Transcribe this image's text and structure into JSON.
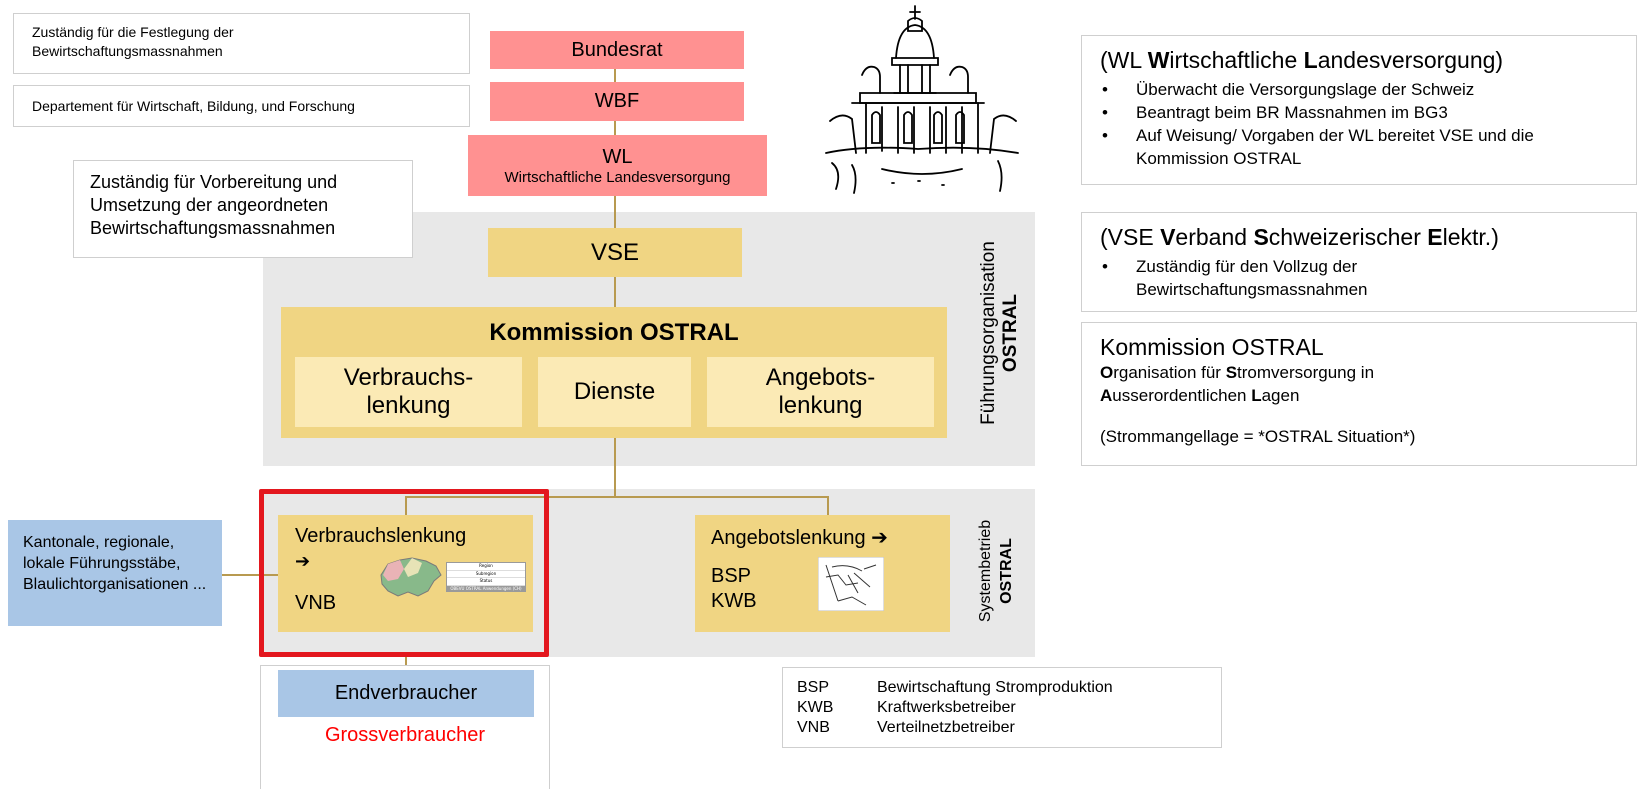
{
  "notes": {
    "festlegung": "Zuständig für die Festlegung der Bewirtschaftungsmassnahmen",
    "departement": "Departement für Wirtschaft, Bildung, und  Forschung",
    "vorbereitung": "Zuständig für Vorbereitung und Umsetzung der angeordneten Bewirtschaftungsmassnahmen"
  },
  "hierarchy": {
    "bundesrat": "Bundesrat",
    "wbf": "WBF",
    "wl_title": "WL",
    "wl_sub": "Wirtschaftliche Landesversorgung",
    "vse": "VSE",
    "kommission_title": "Kommission OSTRAL",
    "sub_units": [
      "Verbrauchs-\nlenkung",
      "Dienste",
      "Angebots-\nlenkung"
    ]
  },
  "fuehrung": {
    "line1": "Führungsorganisation",
    "line2": "OSTRAL"
  },
  "system": {
    "line1": "Systembetrieb",
    "line2": "OSTRAL"
  },
  "verbrauch_box": {
    "title": "Verbrauchslenkung",
    "arrow": "➔",
    "sub": "VNB"
  },
  "angebot_box": {
    "title": "Angebotslenkung ➔",
    "sub1": "BSP",
    "sub2": "KWB"
  },
  "kantonal": "Kantonale, regionale, lokale Führungsstäbe, Blaulichtorganisationen ...",
  "endverbraucher": "Endverbraucher",
  "grossverbraucher": "Grossverbraucher",
  "right": {
    "wl": {
      "pre": "(WL ",
      "b1": "W",
      "t1": "irtschaftliche ",
      "b2": "L",
      "t2": "andesversorgung)",
      "bullets": [
        "Überwacht die Versorgungslage der Schweiz",
        "Beantragt beim BR Massnahmen im BG3",
        "Auf Weisung/ Vorgaben der WL bereitet VSE und die Kommission OSTRAL"
      ]
    },
    "vse": {
      "pre": "(VSE ",
      "b1": "V",
      "t1": "erband ",
      "b2": "S",
      "t2": "chweizerischer ",
      "b3": "E",
      "t3": "lektr.)",
      "bullets": [
        "Zuständig für den Vollzug der Bewirtschaftungsmassnahmen"
      ]
    },
    "ostral": {
      "title": "Kommission OSTRAL",
      "b1": "O",
      "t1": "rganisation für ",
      "b2": "S",
      "t2": "tromversorgung in",
      "b3": "A",
      "t3": "usserordentlichen ",
      "b4": "L",
      "t4": "agen",
      "note": "(Strommangellage = *OSTRAL Situation*)"
    }
  },
  "abbreviations": [
    {
      "abbr": "BSP",
      "desc": "Bewirtschaftung Stromproduktion"
    },
    {
      "abbr": "KWB",
      "desc": "Kraftwerksbetreiber"
    },
    {
      "abbr": "VNB",
      "desc": "Verteilnetzbetreiber"
    }
  ],
  "map_legend": [
    "Region",
    "Subregion",
    "Status",
    "OBEVU OSTRAL Anwendungen (CH)"
  ],
  "colors": {
    "red": "#ff9191",
    "gold": "#f0d583",
    "light": "#fbeab5",
    "grey": "#e8e8e8",
    "blue": "#a9c6e6",
    "highlight": "#e3171e",
    "grossverbraucher": "#ff0000"
  }
}
